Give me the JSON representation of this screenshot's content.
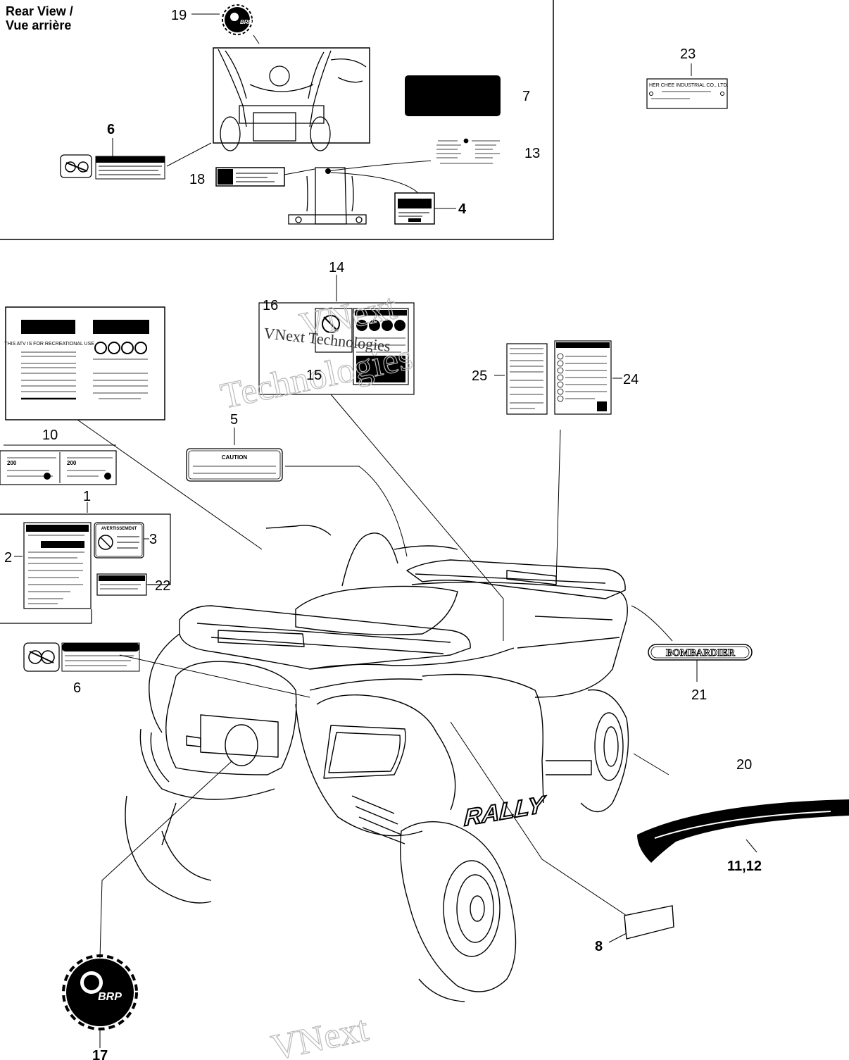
{
  "header": {
    "line1": "Rear View /",
    "line2": "Vue arrière"
  },
  "callouts": {
    "c1": "1",
    "c2": "2",
    "c3": "3",
    "c4": "4",
    "c5": "5",
    "c6a": "6",
    "c6b": "6",
    "c7": "7",
    "c8": "8",
    "c10": "10",
    "c1112": "11,12",
    "c13": "13",
    "c14": "14",
    "c15": "15",
    "c16": "16",
    "c17": "17",
    "c18": "18",
    "c19": "19",
    "c20": "20",
    "c21": "21",
    "c22": "22",
    "c23": "23",
    "c24": "24",
    "c25": "25"
  },
  "decals": {
    "bombardier": "BOMBARDIER",
    "rally": "RALLY",
    "brp": "BRP",
    "caution": "CAUTION",
    "avertissement": "AVERTISSEMENT",
    "dis_a": "200",
    "dis_b": "200",
    "recreational": "THIS ATV IS FOR RECREATIONAL USE",
    "plate": "HER CHEE INDUSTRIAL CO., LTD."
  },
  "watermark": {
    "w1": "VNext",
    "w2": "Technologies",
    "w3": "VNext Technologies",
    "w4": "VNext"
  }
}
